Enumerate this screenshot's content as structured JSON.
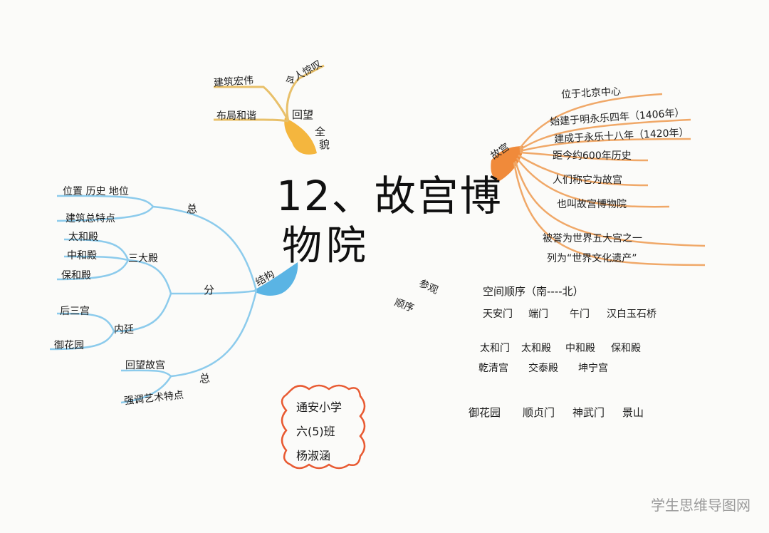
{
  "title": {
    "line1": "12、故宫博",
    "line2": "物院"
  },
  "top_branch": {
    "label_a": "回望",
    "label_b": "全",
    "label_c": "貌",
    "items": [
      "建筑宏伟",
      "令人惊叹",
      "布局和谐"
    ]
  },
  "right_branch": {
    "label": "故宫",
    "items": [
      "位于北京中心",
      "始建于明永乐四年（1406年）",
      "建成于永乐十八年（1420年）",
      "距今约600年历史",
      "人们称它为故宫",
      "也叫故宫博物院",
      "被誉为世界五大宫之一",
      "列为“世界文化遗产”"
    ]
  },
  "left_branch": {
    "label": "结构",
    "zong1": {
      "label": "总",
      "items": [
        "位置 历史 地位",
        "建筑总特点"
      ]
    },
    "fen": {
      "label": "分",
      "sanda": {
        "label": "三大殿",
        "items": [
          "太和殿",
          "中和殿",
          "保和殿"
        ]
      },
      "neiting": {
        "label": "内廷",
        "items": [
          "后三宫",
          "御花园"
        ]
      }
    },
    "zong2": {
      "label": "总",
      "items": [
        "回望故宫",
        "强调艺术特点"
      ]
    }
  },
  "order_section": {
    "label_a": "参观",
    "label_b": "顺序",
    "heading": "空间顺序（南----北）",
    "rows": [
      [
        "天安门",
        "端门",
        "午门",
        "汉白玉石桥"
      ],
      [
        "太和门",
        "太和殿",
        "中和殿",
        "保和殿"
      ],
      [
        "乾清宫",
        "交泰殿",
        "坤宁宫"
      ],
      [
        "御花园",
        "顺贞门",
        "神武门",
        "景山"
      ]
    ]
  },
  "signature": {
    "lines": [
      "通安小学",
      "六(5)班",
      "杨淑涵"
    ]
  },
  "watermark": "学生思维导图网",
  "colors": {
    "orange": "#f08a3a",
    "blue": "#5ab4e4",
    "yellow": "#f4b63e",
    "red": "#e85a32"
  }
}
